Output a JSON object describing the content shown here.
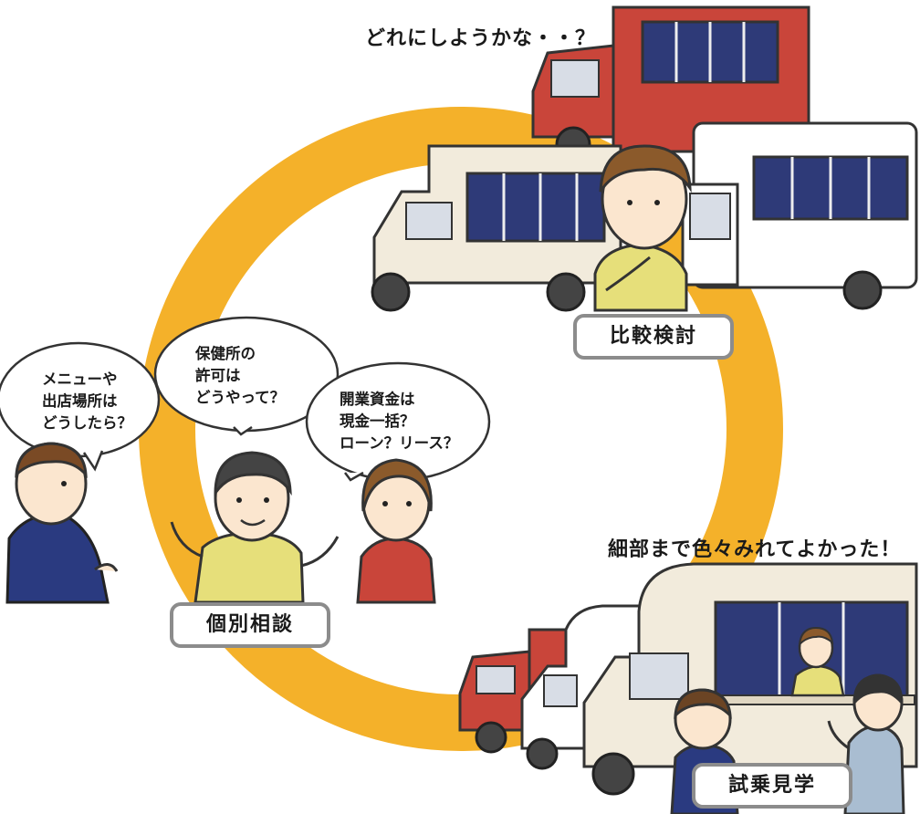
{
  "captions": {
    "compare_thought": "どれにしようかな・・？",
    "tour_thought": "細部まで色々みれてよかった！"
  },
  "bubbles": {
    "left": "メニューや\n出店場所は\nどうしたら？",
    "middle": "保健所の\n許可は\nどうやって？",
    "right": "開業資金は\n現金一括？\nローン？リース？"
  },
  "labels": {
    "compare": "比較検討",
    "consult": "個別相談",
    "tour": "試乗見学"
  },
  "colors": {
    "ring": "#f4b12a",
    "label_border": "#8c8c8c",
    "red_truck": "#c9453a",
    "cream_body": "#f2ebdc",
    "window_navy": "#2e3a78",
    "polo": "#e6df7a"
  }
}
